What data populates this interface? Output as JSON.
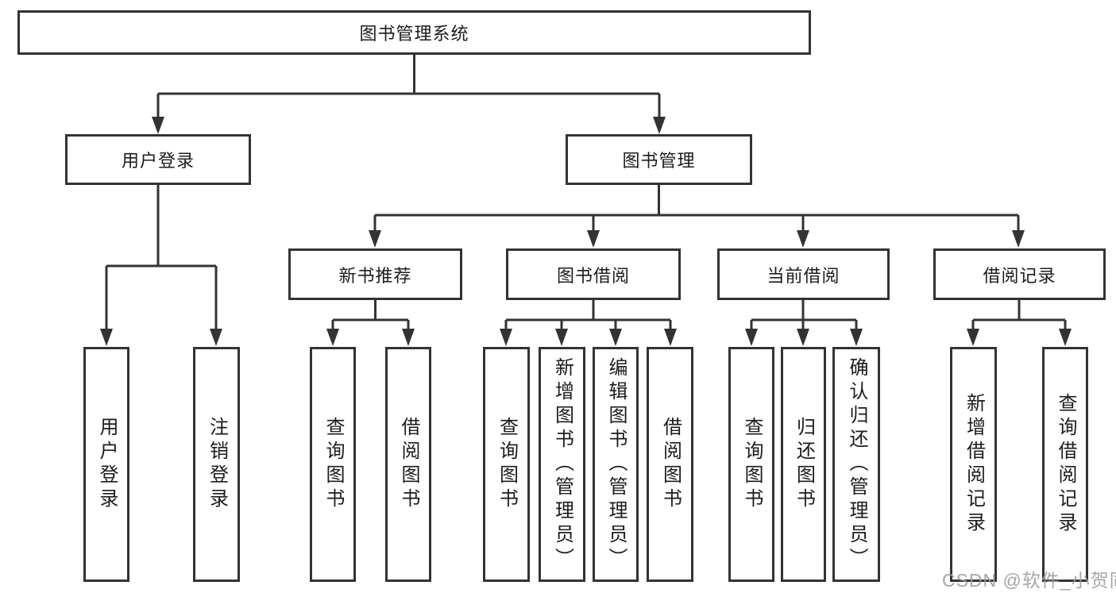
{
  "diagram": {
    "type": "hierarchy-tree",
    "root": "图书管理系统",
    "level2": [
      "用户登录",
      "图书管理"
    ],
    "level3": [
      "新书推荐",
      "图书借阅",
      "当前借阅",
      "借阅记录"
    ],
    "leaves": {
      "user_login": [
        "用户登录",
        "注销登录"
      ],
      "new_book_recommend": [
        "查询图书",
        "借阅图书"
      ],
      "book_borrow": [
        "查询图书",
        "新增图书（管理员）",
        "编辑图书（管理员）",
        "借阅图书"
      ],
      "current_borrow": [
        "查询图书",
        "归还图书",
        "确认归还（管理员）"
      ],
      "borrow_records": [
        "新增借阅记录",
        "查询借阅记录"
      ]
    },
    "colors": {
      "line": "#333333",
      "background": "#ffffff",
      "watermark": "#9e9e9e"
    }
  },
  "watermark": "CSDN @软件_小贺同学"
}
